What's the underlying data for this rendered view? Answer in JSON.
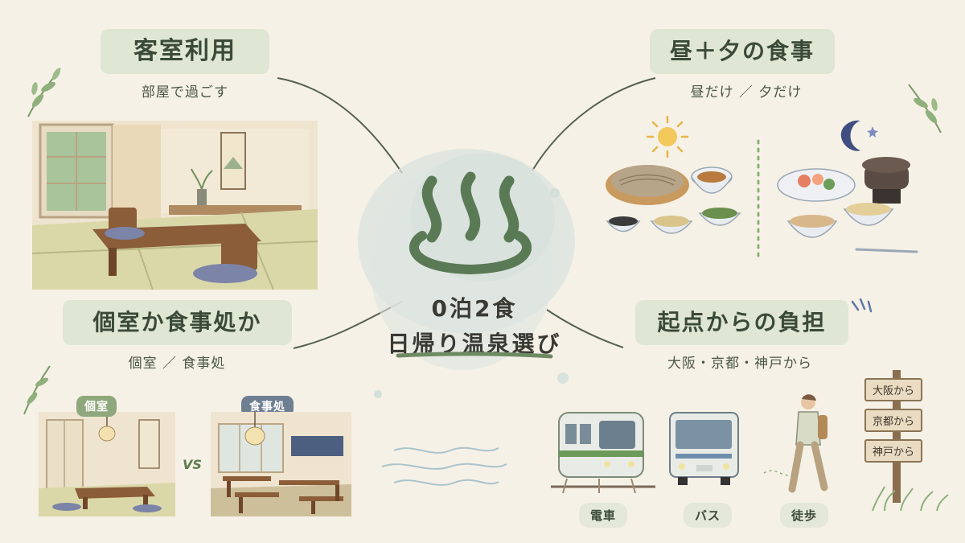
{
  "center": {
    "line1": "0泊2食",
    "line2": "日帰り温泉選び"
  },
  "branches": {
    "top_left": {
      "title": "客室利用",
      "subtitle": "部屋で過ごす"
    },
    "top_right": {
      "title": "昼＋夕の食事",
      "subtitle": "昼だけ ／ 夕だけ"
    },
    "bottom_left": {
      "title": "個室か食事処か",
      "subtitle": "個室 ／ 食事処",
      "label_a": "個室",
      "label_vs": "VS",
      "label_b": "食事処"
    },
    "bottom_right": {
      "title": "起点からの負担",
      "subtitle": "大阪・京都・神戸から",
      "transport": [
        "電車",
        "バス",
        "徒歩"
      ],
      "signs": [
        "大阪から",
        "京都から",
        "神戸から"
      ]
    }
  },
  "colors": {
    "background": "#f6f1e6",
    "pill": "#dfe6d3",
    "accent_green": "#5f7a55",
    "onsen_icon": "#5a7a56"
  }
}
